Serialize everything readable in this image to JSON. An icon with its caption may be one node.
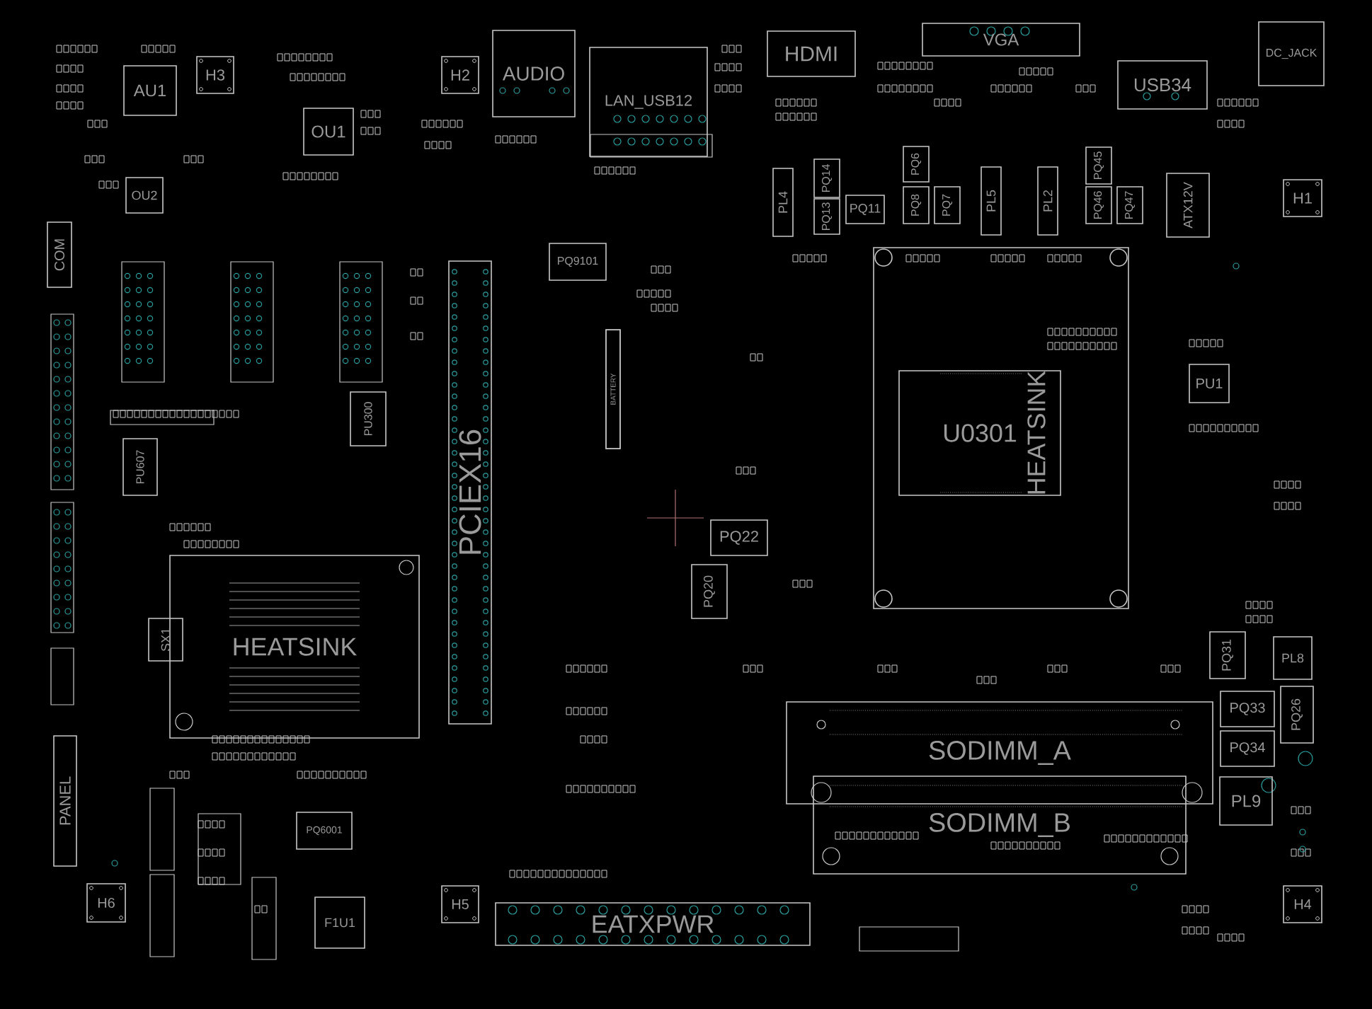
{
  "diagram": {
    "nodes": [
      {
        "text": [
          "AU1"
        ]
      },
      {
        "text": [
          "H3"
        ]
      },
      {
        "text": [
          "H2"
        ]
      },
      {
        "text": [
          "AUDIO"
        ]
      },
      {
        "text": [
          "LAN_USB12"
        ]
      },
      {
        "text": [
          "HDMI"
        ]
      },
      {
        "text": [
          "VGA"
        ]
      },
      {
        "text": [
          "USB34"
        ]
      },
      {
        "text": [
          "DC_JACK"
        ]
      },
      {
        "text": [
          "OU1"
        ]
      },
      {
        "text": [
          "OU2"
        ]
      },
      {
        "text": [
          "PL4"
        ]
      },
      {
        "text": [
          "PQ14"
        ]
      },
      {
        "text": [
          "PQ13"
        ]
      },
      {
        "text": [
          "PQ11"
        ]
      },
      {
        "text": [
          "PQ6"
        ]
      },
      {
        "text": [
          "PQ8"
        ]
      },
      {
        "text": [
          "PQ7"
        ]
      },
      {
        "text": [
          "PL5"
        ]
      },
      {
        "text": [
          "PL2"
        ]
      },
      {
        "text": [
          "PQ45"
        ]
      },
      {
        "text": [
          "PQ46"
        ]
      },
      {
        "text": [
          "PQ47"
        ]
      },
      {
        "text": [
          "ATX12V"
        ]
      },
      {
        "text": [
          "H1"
        ]
      },
      {
        "text": [
          "COM"
        ]
      },
      {
        "text": [
          "PQ9101"
        ]
      },
      {
        "text": [
          "PCIEX16"
        ]
      },
      {
        "text": [
          "BATTERY"
        ]
      },
      {
        "text": [
          "PU300"
        ]
      },
      {
        "text": [
          "PU1"
        ]
      },
      {
        "text": [
          "PU607"
        ]
      },
      {
        "text": [
          "U0301",
          "HEATSINK"
        ]
      },
      {
        "text": [
          "PQ22"
        ]
      },
      {
        "text": [
          "PQ20"
        ]
      },
      {
        "text": [
          "HEATSINK"
        ]
      },
      {
        "text": [
          "SX1"
        ]
      },
      {
        "text": [
          "PQ31"
        ]
      },
      {
        "text": [
          "PL8"
        ]
      },
      {
        "text": [
          "PQ26"
        ]
      },
      {
        "text": [
          "PQ33"
        ]
      },
      {
        "text": [
          "SODIMM_A"
        ]
      },
      {
        "text": [
          "PQ34"
        ]
      },
      {
        "text": [
          "SODIMM_B"
        ]
      },
      {
        "text": [
          "PANEL"
        ]
      },
      {
        "text": [
          "PL9"
        ]
      },
      {
        "text": [
          "PQ6001"
        ]
      },
      {
        "text": [
          "H6"
        ]
      },
      {
        "text": [
          "F1U1"
        ]
      },
      {
        "text": [
          "H5"
        ]
      },
      {
        "text": [
          "EATXPWR"
        ]
      },
      {
        "text": [
          "H4"
        ]
      }
    ]
  }
}
